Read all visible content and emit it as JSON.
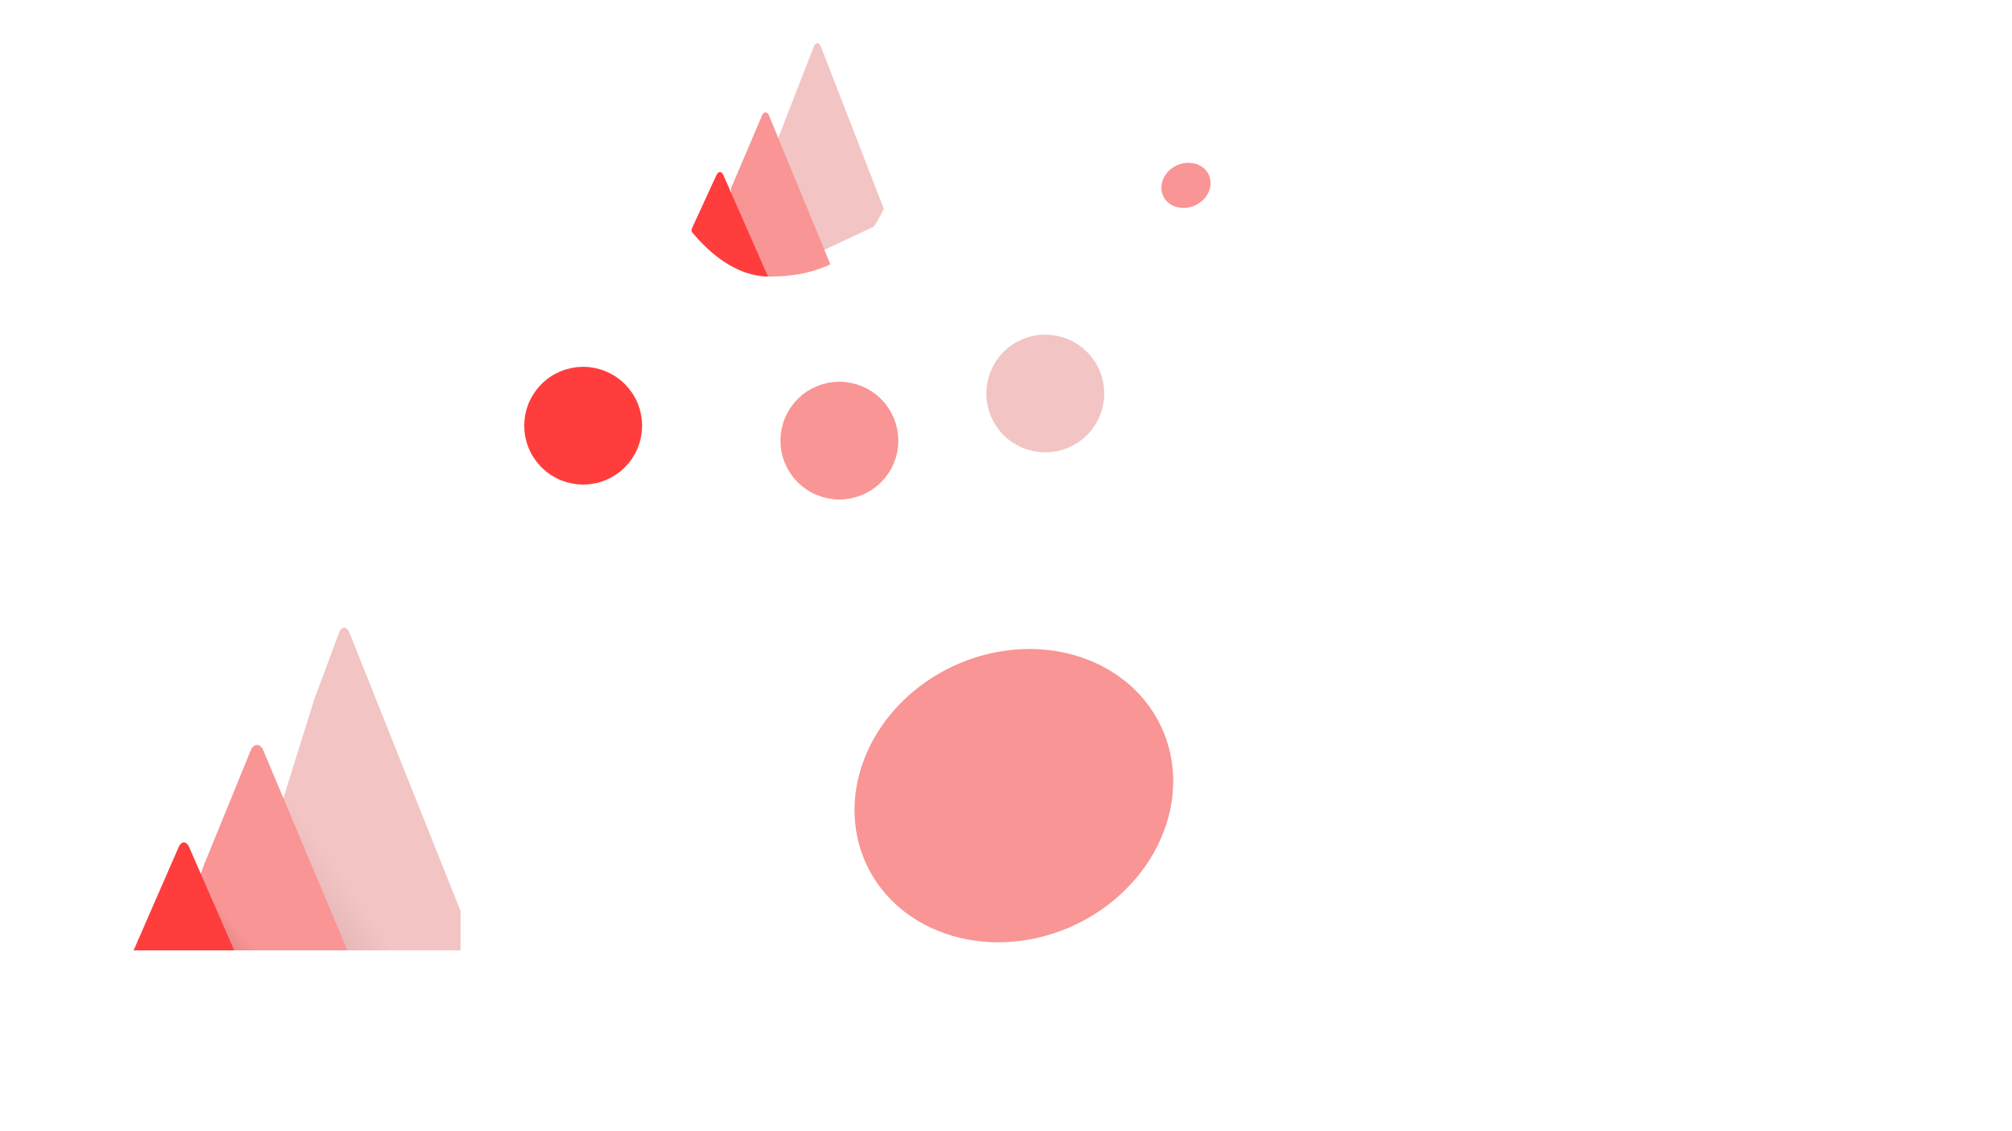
{
  "palette": {
    "background": "#ffffff",
    "red": "#ff3d3d",
    "salmon": "#f99595",
    "light_pink": "#f3c4c4",
    "shadow": "#8a5a5a"
  },
  "shapes": {
    "mountain_logo_small": {
      "icon": "mountain-logo-icon"
    },
    "blob_tiny": {
      "icon": "blob-shape"
    },
    "circle_red": {
      "icon": "circle-shape"
    },
    "circle_salmon": {
      "icon": "circle-shape"
    },
    "circle_pink": {
      "icon": "circle-shape"
    },
    "mountain_logo_large": {
      "icon": "mountain-logo-icon"
    },
    "blob_large": {
      "icon": "blob-shape"
    }
  }
}
